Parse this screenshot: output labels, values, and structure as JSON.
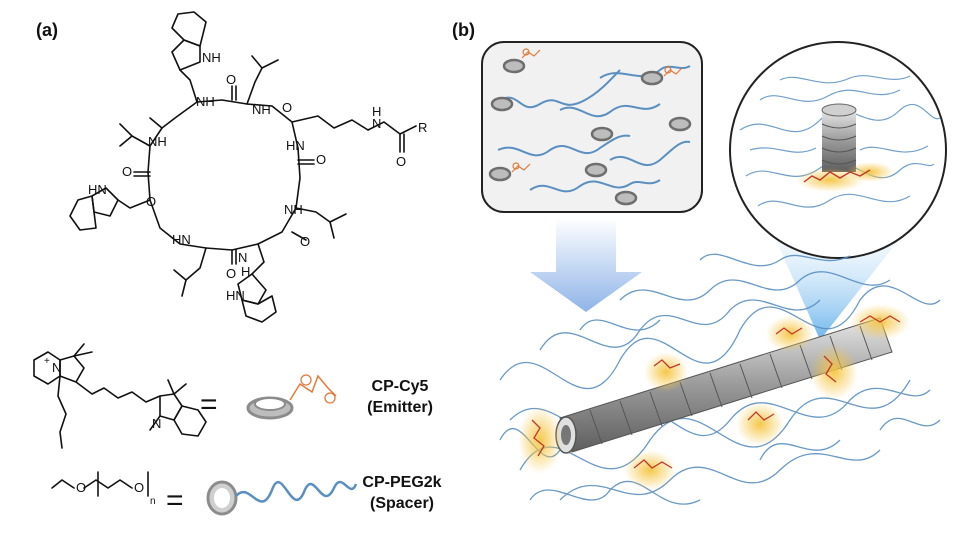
{
  "panels": {
    "a_label": "(a)",
    "b_label": "(b)"
  },
  "structure_labels": {
    "nh": "NH",
    "hn": "HN",
    "n": "N",
    "h": "H",
    "o": "O",
    "r": "R",
    "n_plus": "N",
    "plus": "+",
    "subscript_n": "n"
  },
  "legend": {
    "emitter_name": "CP-Cy5",
    "emitter_role": "(Emitter)",
    "spacer_name": "CP-PEG2k",
    "spacer_role": "(Spacer)",
    "equals": "="
  },
  "colors": {
    "polymer_blue": "#5a8fc0",
    "ring_gray": "#8c8c8c",
    "dye_orange": "#e07a3a",
    "glow_yellow": "#f5c542",
    "arrow_blue": "#8fb4e8",
    "cone_blue": "#4aa3e8"
  }
}
